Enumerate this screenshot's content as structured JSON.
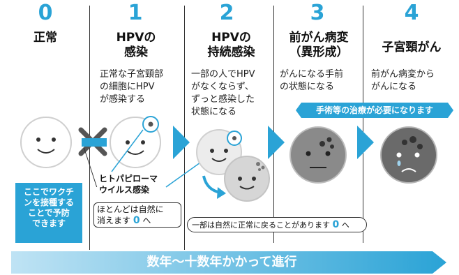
{
  "stages": [
    {
      "num": "0",
      "title": "正常"
    },
    {
      "num": "1",
      "title_line1": "HPVの",
      "title_line2": "感染",
      "desc": [
        "正常な子宮頸部",
        "の細胞にHPV",
        "が感染する"
      ]
    },
    {
      "num": "2",
      "title_line1": "HPVの",
      "title_line2": "持続感染",
      "desc": [
        "一部の人でHPV",
        "がなくならず、",
        "ずっと感染した",
        "状態になる"
      ]
    },
    {
      "num": "3",
      "title_line1": "前がん病変",
      "title_line2": "（異形成）",
      "desc": [
        "がんになる手前",
        "の状態になる"
      ]
    },
    {
      "num": "4",
      "title": "子宮頸がん",
      "desc": [
        "前がん病変から",
        "がんになる"
      ]
    }
  ],
  "treatment_banner": "手術等の治療が必要になります",
  "vaccine_box": [
    "ここでワクチ",
    "ンを接種する",
    "ことで予防",
    "できます"
  ],
  "virus_label": [
    "ヒトパピローマ",
    "ウイルス感染"
  ],
  "callout_left": {
    "line1": "ほとんどは自然に",
    "line2_pre": "消えます ",
    "line2_zero": "0",
    "line2_post": " へ"
  },
  "callout_mid": {
    "pre": "一部は自然に正常に戻ることがあります ",
    "zero": "0",
    "post": " へ"
  },
  "timeline": "数年〜十数年かかって進行",
  "colors": {
    "accent": "#2aa3d6",
    "dark_face": "#6f6f6f",
    "light_face": "#f3f3f3"
  }
}
